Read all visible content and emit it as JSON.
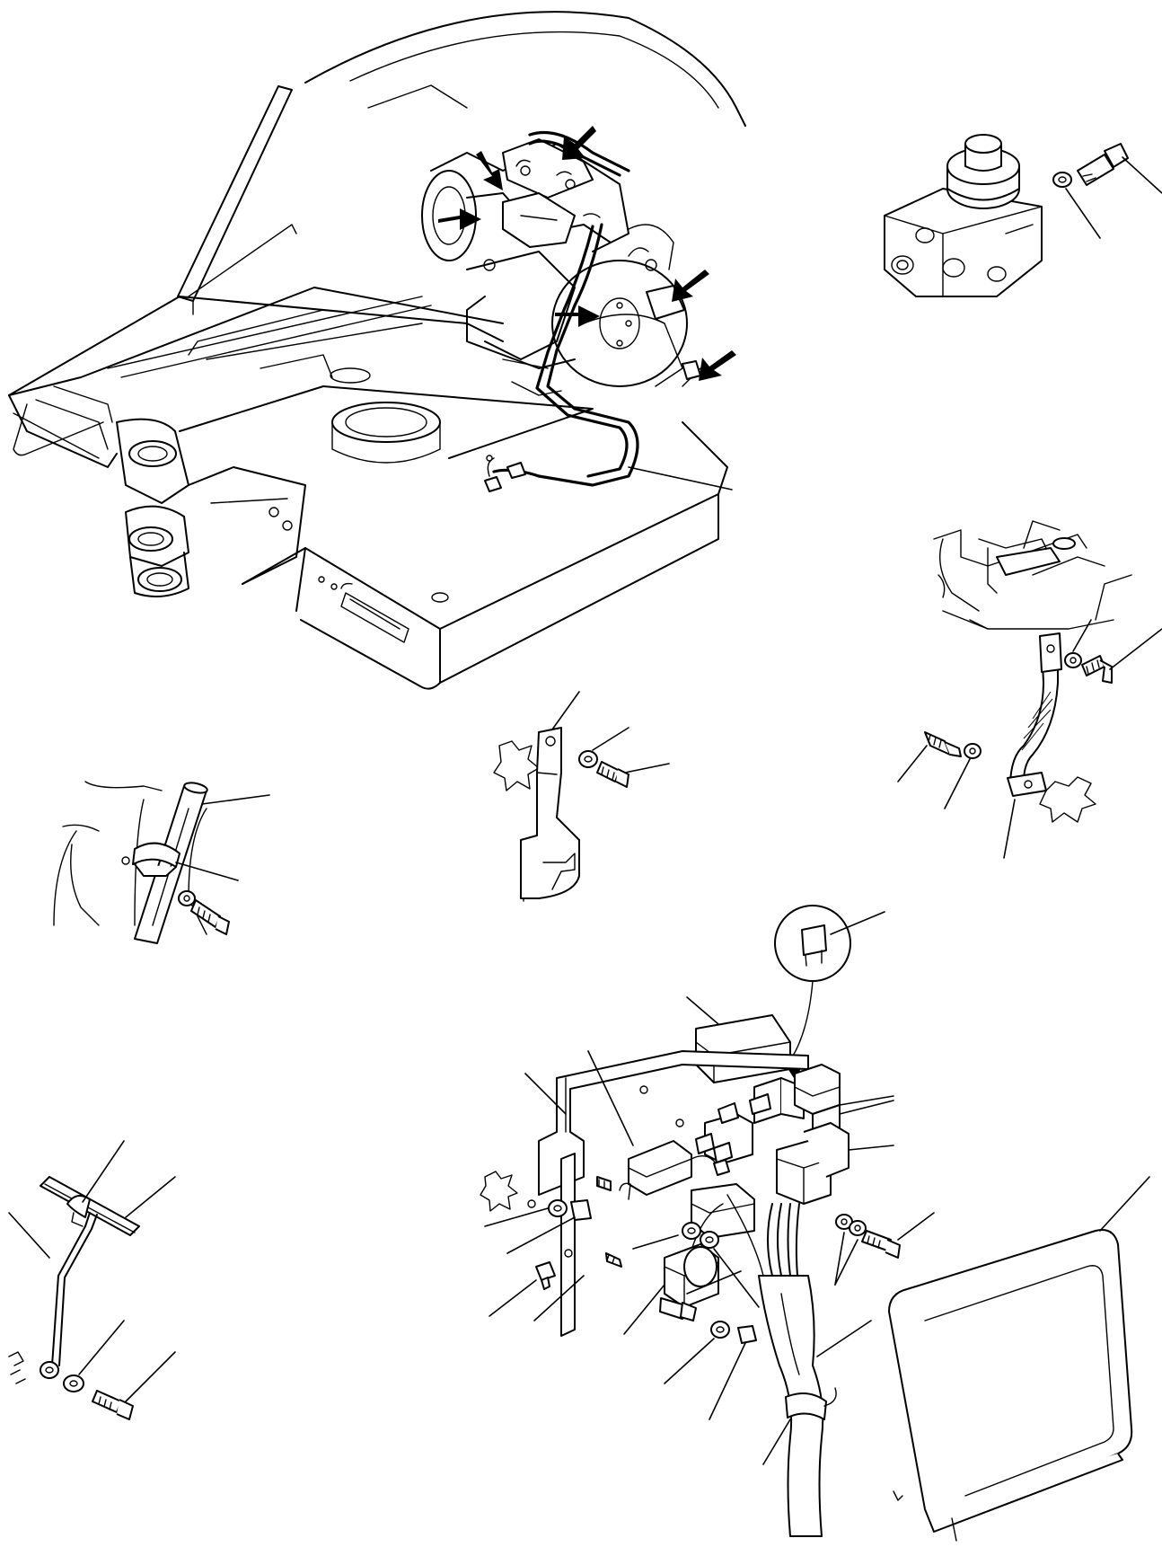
{
  "figure": {
    "texts": [],
    "callout_arrow_icon": "filled-arrow-icon"
  },
  "insets": [
    {
      "id": "upper-structure",
      "name": "upper-structure-overview"
    },
    {
      "id": "pressure-switch",
      "name": "pressure-switch-detail"
    },
    {
      "id": "ground-strap",
      "name": "engine-ground-strap-detail"
    },
    {
      "id": "bracket-plate",
      "name": "mounting-bracket-detail"
    },
    {
      "id": "harness-clamp",
      "name": "harness-clamp-detail"
    },
    {
      "id": "pipe-clamp",
      "name": "pipe-clamp-detail"
    },
    {
      "id": "relay-box",
      "name": "relay-fuse-box-assembly"
    },
    {
      "id": "controller",
      "name": "controller-unit"
    }
  ]
}
